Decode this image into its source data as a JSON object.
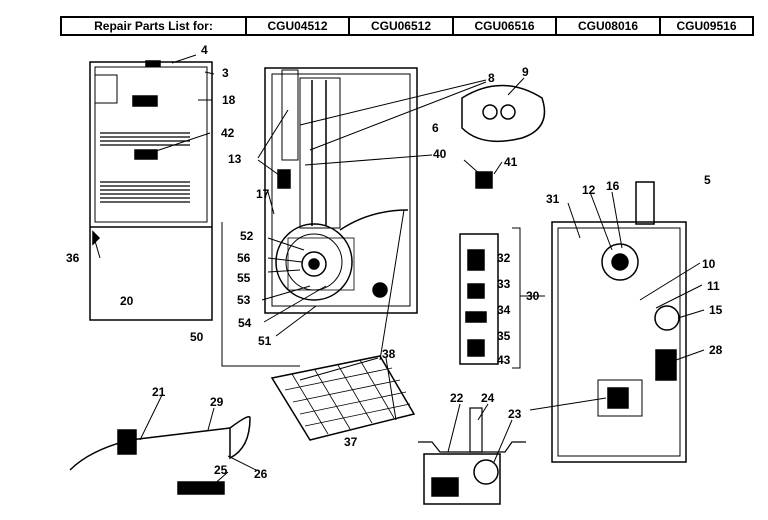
{
  "header": {
    "title": "Repair Parts List for:",
    "models": [
      "CGU04512",
      "CGU06512",
      "CGU06516",
      "CGU08016",
      "CGU09516"
    ]
  },
  "callouts": {
    "c3": "3",
    "c4": "4",
    "c18": "18",
    "c42": "42",
    "c36": "36",
    "c20": "20",
    "c13": "13",
    "c17": "17",
    "c52": "52",
    "c56": "56",
    "c55": "55",
    "c53": "53",
    "c54": "54",
    "c50": "50",
    "c51": "51",
    "c8": "8",
    "c9": "9",
    "c6": "6",
    "c40": "40",
    "c41": "41",
    "c32": "32",
    "c33": "33",
    "c34": "34",
    "c35": "35",
    "c43": "43",
    "c30": "30",
    "c38": "38",
    "c37": "37",
    "c21": "21",
    "c29": "29",
    "c25": "25",
    "c26": "26",
    "c22": "22",
    "c24": "24",
    "c23": "23",
    "c5": "5",
    "c31": "31",
    "c12": "12",
    "c16": "16",
    "c10": "10",
    "c11": "11",
    "c15": "15",
    "c28": "28"
  }
}
